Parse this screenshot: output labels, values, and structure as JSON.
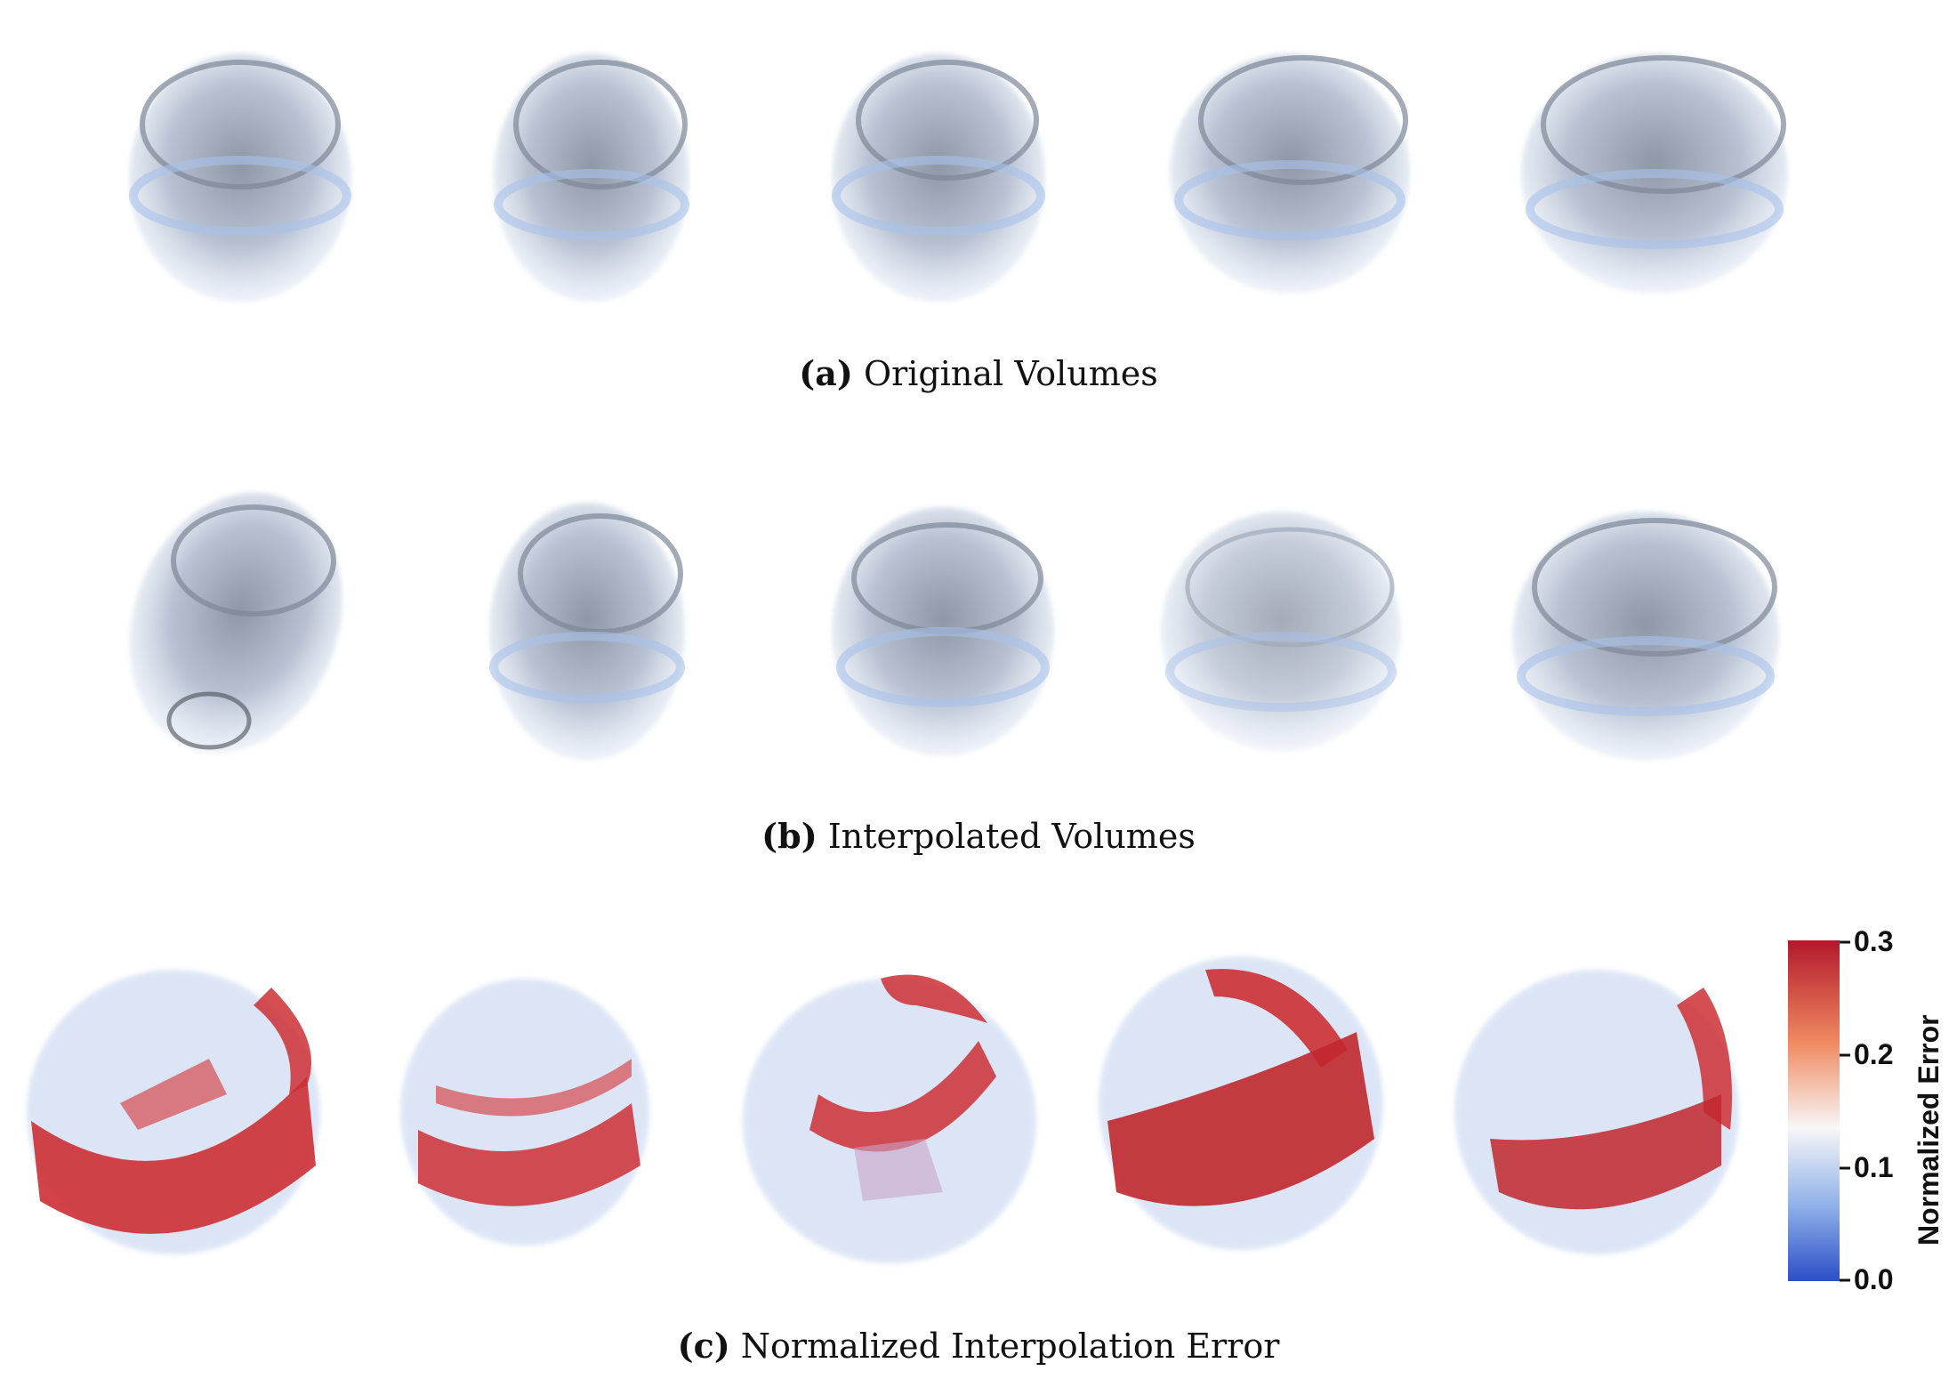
{
  "panels": [
    {
      "label": "(a)",
      "text": "Original Volumes"
    },
    {
      "label": "(b)",
      "text": "Interpolated Volumes"
    },
    {
      "label": "(c)",
      "text": "Normalized Interpolation Error"
    }
  ],
  "colorbar": {
    "title": "Normalized Error",
    "ticks": [
      "0.3",
      "0.2",
      "0.1",
      "0.0"
    ],
    "colors": {
      "high": "#b2182b",
      "mid_high": "#ef8a62",
      "mid": "#f7f7f7",
      "mid_low": "#8fb0e8",
      "low": "#2c4fc7"
    }
  },
  "colors": {
    "volume_fill": "#c9d3e3",
    "volume_edge": "#a9c2ea",
    "volume_dark": "#6b7686",
    "error_red": "#c1272d",
    "error_blue": "#9fb8e6"
  }
}
